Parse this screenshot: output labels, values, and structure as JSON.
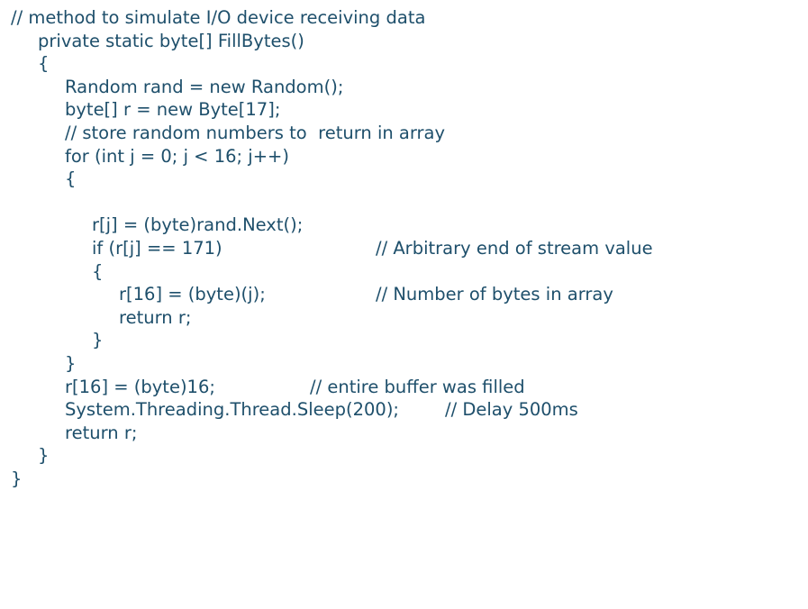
{
  "code": {
    "lines": [
      {
        "text": "// method to simulate I/O device receiving data",
        "comment": ""
      },
      {
        "text": "private static byte[] FillBytes()",
        "comment": ""
      },
      {
        "text": "{",
        "comment": ""
      },
      {
        "text": "Random rand = new Random();",
        "comment": ""
      },
      {
        "text": "byte[] r = new Byte[17];",
        "comment": ""
      },
      {
        "text": "// store random numbers to  return in array",
        "comment": ""
      },
      {
        "text": "for (int j = 0; j < 16; j++)",
        "comment": ""
      },
      {
        "text": "{",
        "comment": ""
      },
      {
        "text": "",
        "comment": ""
      },
      {
        "text": "r[j] = (byte)rand.Next();",
        "comment": ""
      },
      {
        "text": "if (r[j] == 171)",
        "comment": "// Arbitrary end of stream value"
      },
      {
        "text": "{",
        "comment": ""
      },
      {
        "text": "r[16] = (byte)(j);",
        "comment": "// Number of bytes in array"
      },
      {
        "text": "return r;",
        "comment": ""
      },
      {
        "text": "}",
        "comment": ""
      },
      {
        "text": "}",
        "comment": ""
      },
      {
        "text": "r[16] = (byte)16;",
        "comment": "// entire buffer was filled"
      },
      {
        "text": "System.Threading.Thread.Sleep(200);",
        "comment": "// Delay 500ms"
      },
      {
        "text": "return r;",
        "comment": ""
      },
      {
        "text": "}",
        "comment": ""
      },
      {
        "text": "}",
        "comment": ""
      }
    ]
  }
}
